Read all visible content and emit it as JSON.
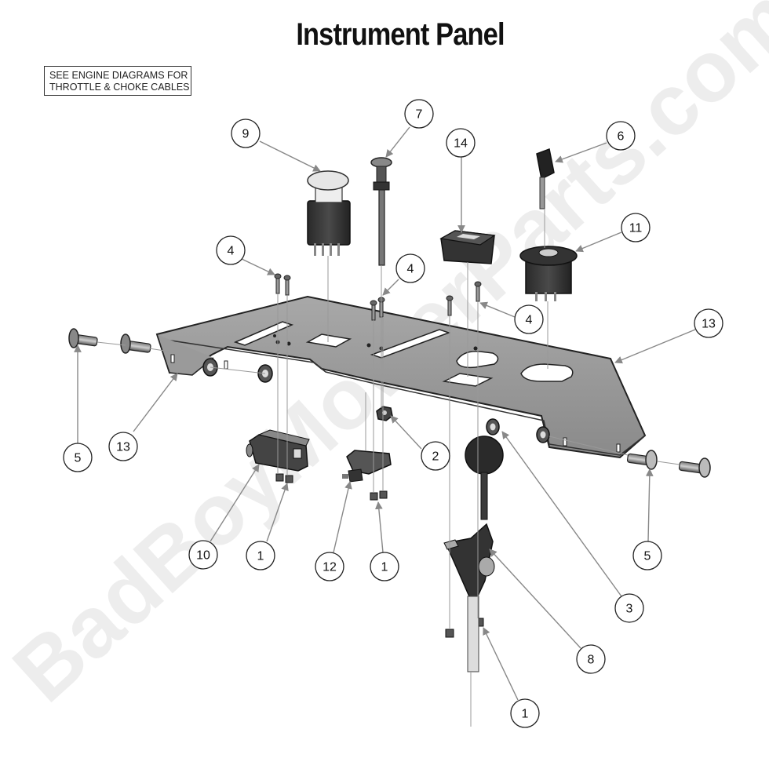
{
  "title": "Instrument Panel",
  "note": {
    "line1": "SEE ENGINE DIAGRAMS FOR",
    "line2": "THROTTLE & CHOKE CABLES"
  },
  "watermark": "BadBoyMowerParts.com",
  "callouts": [
    {
      "id": "c9",
      "label": "9"
    },
    {
      "id": "c7",
      "label": "7"
    },
    {
      "id": "c14",
      "label": "14"
    },
    {
      "id": "c6",
      "label": "6"
    },
    {
      "id": "c11",
      "label": "11"
    },
    {
      "id": "c4a",
      "label": "4"
    },
    {
      "id": "c4b",
      "label": "4"
    },
    {
      "id": "c4c",
      "label": "4"
    },
    {
      "id": "c13a",
      "label": "13"
    },
    {
      "id": "c13b",
      "label": "13"
    },
    {
      "id": "c5a",
      "label": "5"
    },
    {
      "id": "c5b",
      "label": "5"
    },
    {
      "id": "c2",
      "label": "2"
    },
    {
      "id": "c3",
      "label": "3"
    },
    {
      "id": "c10",
      "label": "10"
    },
    {
      "id": "c1a",
      "label": "1"
    },
    {
      "id": "c12",
      "label": "12"
    },
    {
      "id": "c1b",
      "label": "1"
    },
    {
      "id": "c8",
      "label": "8"
    },
    {
      "id": "c1c",
      "label": "1"
    }
  ]
}
